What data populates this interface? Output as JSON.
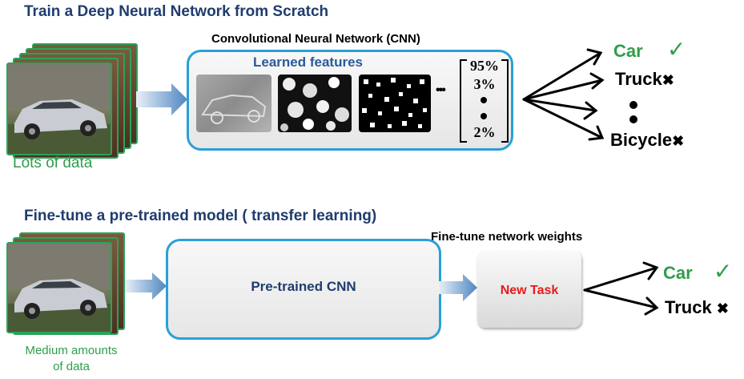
{
  "top": {
    "title": "Train a Deep Neural Network from Scratch",
    "cnn_title": "Convolutional Neural Network (CNN)",
    "features_label": "Learned features",
    "data_label": "Lots of data",
    "ellipsis": "•••",
    "vector": [
      "95%",
      "3%",
      "2%"
    ],
    "outputs": [
      {
        "label": "Car",
        "mark": "✓"
      },
      {
        "label": "Truck",
        "mark": "✖"
      },
      {
        "label": "Bicycle",
        "mark": "✖"
      }
    ]
  },
  "bottom": {
    "title": "Fine-tune a pre-trained model ( transfer learning)",
    "finetune_label": "Fine-tune network weights",
    "cnn_label": "Pre-trained CNN",
    "task_label": "New Task",
    "data_label_line1": "Medium amounts",
    "data_label_line2": "of data",
    "outputs": [
      {
        "label": "Car",
        "mark": "✓"
      },
      {
        "label": "Truck",
        "mark": "✖"
      }
    ]
  },
  "colors": {
    "title": "#1f3c6e",
    "accent_blue": "#29a0d8",
    "green": "#2e9e4a",
    "red": "#e81a1a"
  },
  "icons": [
    "car-photo",
    "right-arrow",
    "check-icon",
    "cross-icon"
  ]
}
